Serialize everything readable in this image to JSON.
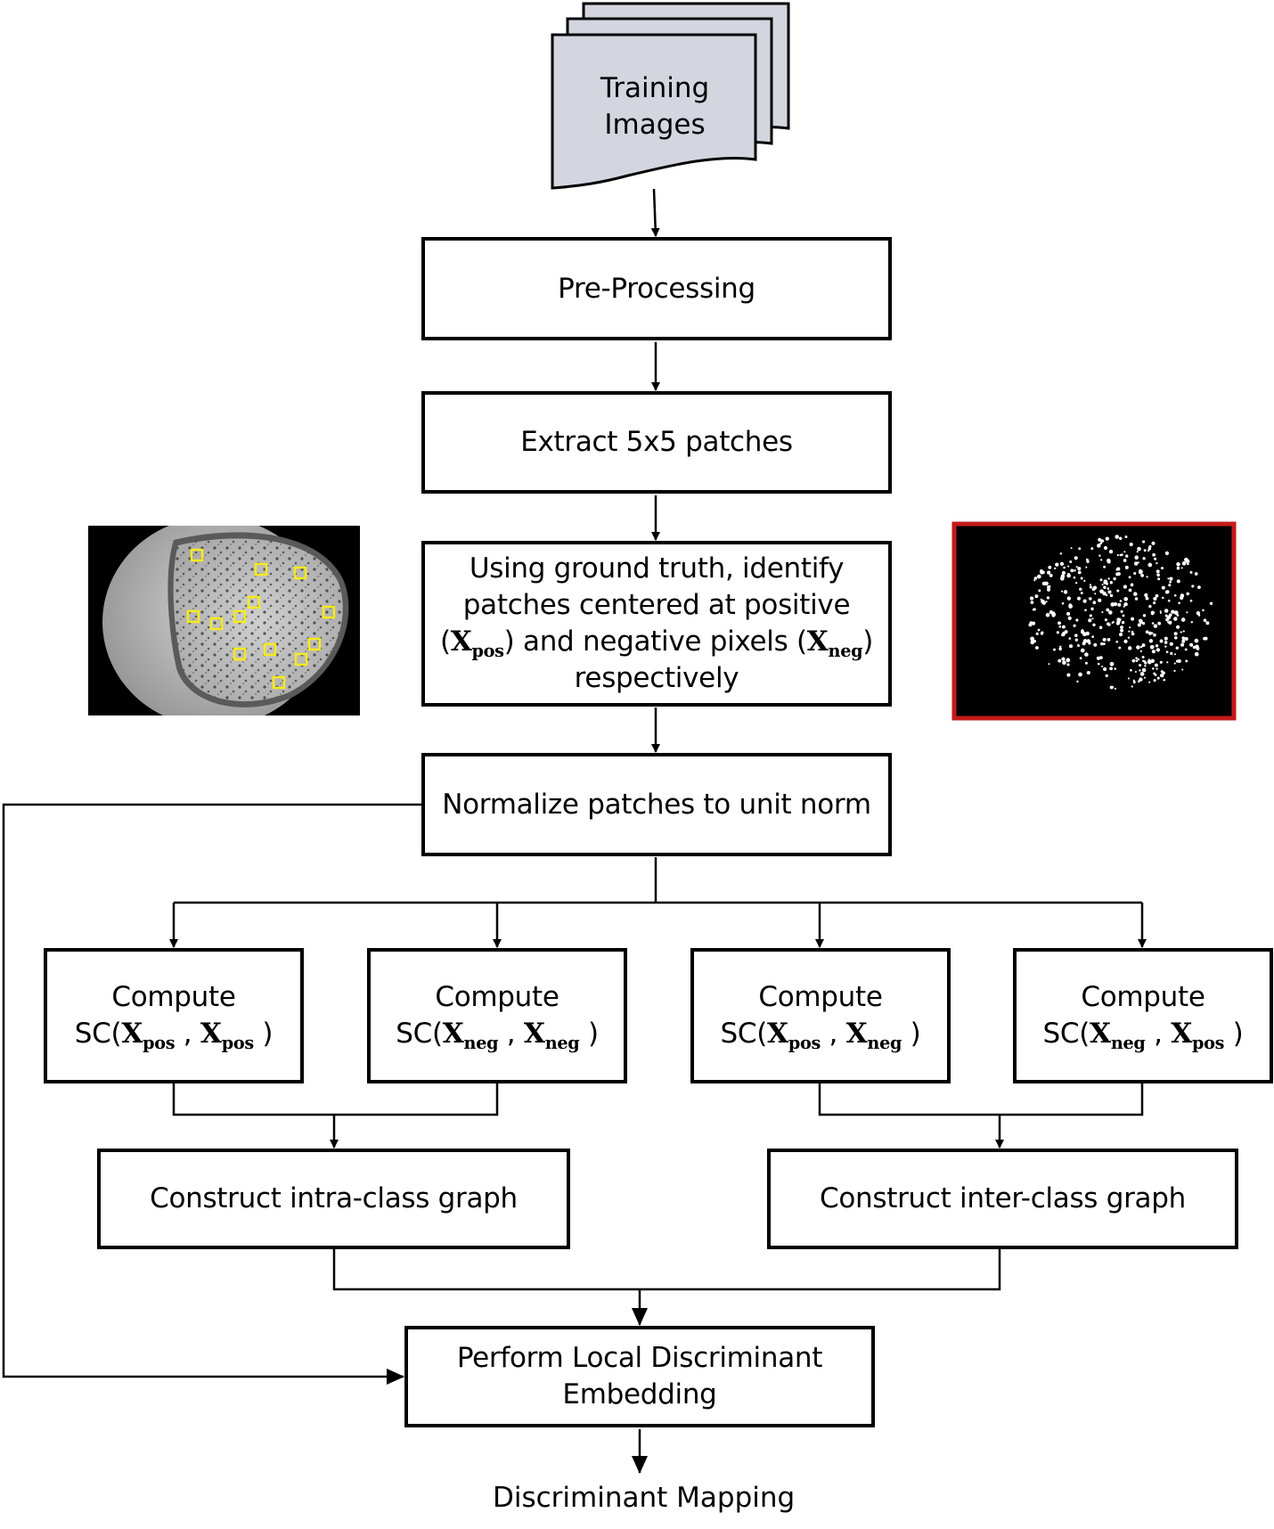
{
  "colors": {
    "stroke": "#000000",
    "document_fill": "#d3d6df",
    "photo_highlight_box": "#f5ea1c",
    "mask_frame": "#c41a1a",
    "mask_background": "#000000",
    "mask_dots": "#ffffff"
  },
  "input_stack": {
    "line1": "Training",
    "line2": "Images"
  },
  "steps": {
    "preprocess": "Pre-Processing",
    "extract": "Extract 5x5 patches",
    "identify": {
      "line1": "Using ground truth, identify",
      "line2": "patches centered at positive",
      "open_paren": "(",
      "x_pos": "X",
      "x_pos_sub": "pos",
      "mid": ") and negative pixels (",
      "x_neg": "X",
      "x_neg_sub": "neg",
      "close_paren": ")",
      "line4": "respectively"
    },
    "normalize": "Normalize patches to unit norm"
  },
  "compute_boxes": [
    {
      "title": "Compute",
      "prefix": "SC(",
      "a": "X",
      "a_sub": "pos",
      "sep": " , ",
      "b": "X",
      "b_sub": "pos",
      "suffix": " )"
    },
    {
      "title": "Compute",
      "prefix": "SC(",
      "a": "X",
      "a_sub": "neg",
      "sep": " , ",
      "b": "X",
      "b_sub": "neg",
      "suffix": " )"
    },
    {
      "title": "Compute",
      "prefix": "SC(",
      "a": "X",
      "a_sub": "pos",
      "sep": " , ",
      "b": "X",
      "b_sub": "neg",
      "suffix": " )"
    },
    {
      "title": "Compute",
      "prefix": "SC(",
      "a": "X",
      "a_sub": "neg",
      "sep": " , ",
      "b": "X",
      "b_sub": "pos",
      "suffix": " )"
    }
  ],
  "graphs": {
    "intra": "Construct intra-class graph",
    "inter": "Construct inter-class graph"
  },
  "lde": {
    "line1": "Perform Local Discriminant",
    "line2": "Embedding"
  },
  "output": "Discriminant Mapping",
  "illustrations": {
    "left": "grayscale-specimen-photo-with-highlighted-patches",
    "right": "binary-ground-truth-mask"
  }
}
